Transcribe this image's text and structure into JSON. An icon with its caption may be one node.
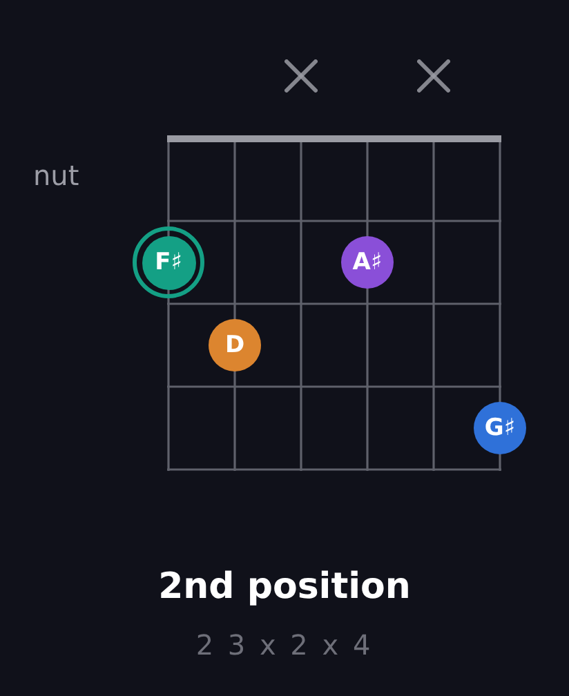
{
  "diagram": {
    "title": "2nd position",
    "caption": "2 3 x 2 x 4",
    "nodes": [
      {
        "text": [
          "F♯"
        ]
      },
      {
        "text": [
          "A♯"
        ]
      },
      {
        "text": [
          "D"
        ]
      },
      {
        "text": [
          "G♯"
        ]
      }
    ],
    "labels": [
      "nut"
    ]
  }
}
